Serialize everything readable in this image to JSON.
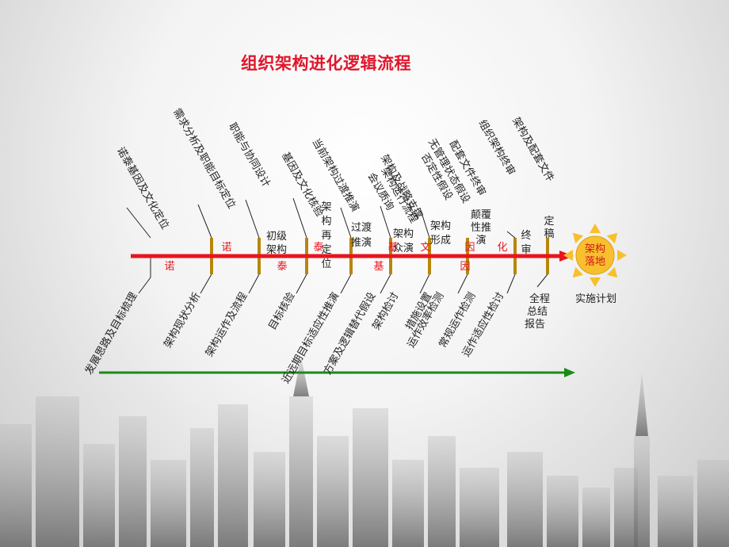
{
  "title": "组织架构进化逻辑流程",
  "head_label": "架构落地",
  "head_caption": "实施计划",
  "spine_labels": [
    "诺",
    "泰",
    "基",
    "因",
    "文",
    "诺",
    "泰",
    "基",
    "因",
    "化"
  ],
  "top_rotated": [
    "诺泰基因及文化定位",
    "需求分析及职能目标定位",
    "职能与协同设计",
    "基因及文化核验",
    "当前架构过渡推演",
    "会议质询",
    "架构及战略支撑",
    "架构运行流程",
    "否定性假设",
    "无管理状态假设",
    "配套文件终审",
    "组织架构终审",
    "架构及配套文件"
  ],
  "top_vertical": [
    "初级架构",
    "架构再定位",
    "过渡推演",
    "架构众演",
    "架构形成",
    "颠覆性推演",
    "终审",
    "定稿"
  ],
  "bottom_rotated": [
    "发展思路及目标梳理",
    "架构现状分析",
    "架构运作及流程",
    "目标核验",
    "近远期目标适应性推演",
    "方案及逻辑替代假设",
    "架构检讨",
    "措施设置",
    "运作效率检测",
    "常规运作检测",
    "运作适应性检讨",
    "全程总结报告"
  ],
  "colors": {
    "title": "#e0162b",
    "spine": "#e8141e",
    "bones": "#b8860b",
    "timeline": "#1a8a1a",
    "sun": "#f7c02c",
    "sun_text": "#d1141e"
  }
}
